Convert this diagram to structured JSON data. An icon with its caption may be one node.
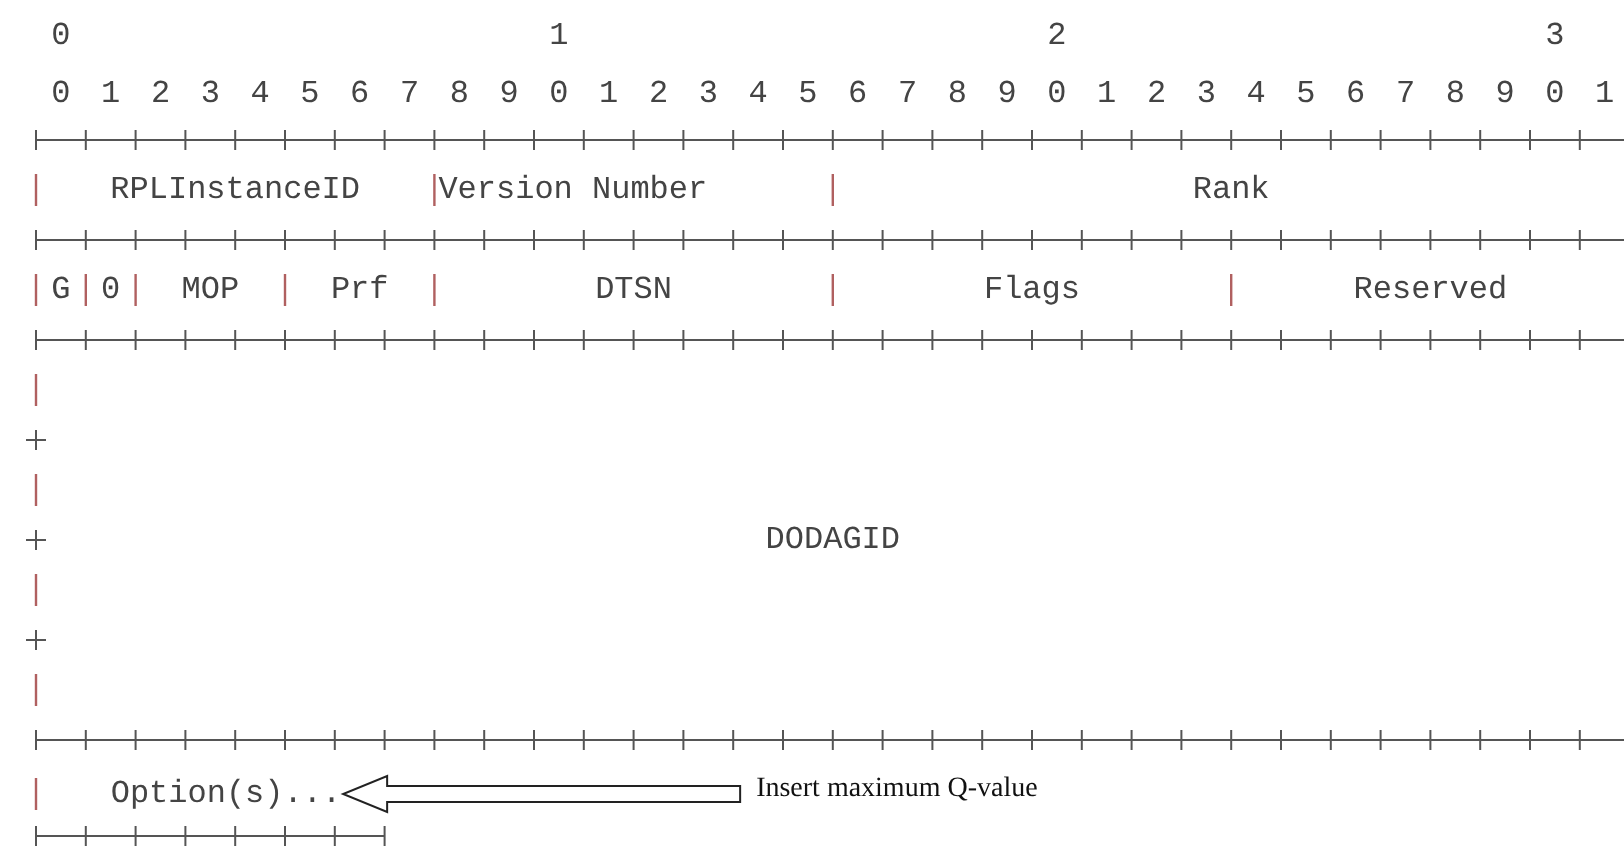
{
  "diagram": {
    "nodes": [
      {
        "text": [
          "RPLInstanceID"
        ]
      },
      {
        "text": [
          "Version Number"
        ]
      },
      {
        "text": [
          "Rank"
        ]
      },
      {
        "text": [
          "G"
        ]
      },
      {
        "text": [
          "0"
        ]
      },
      {
        "text": [
          "MOP"
        ]
      },
      {
        "text": [
          "Prf"
        ]
      },
      {
        "text": [
          "DTSN"
        ]
      },
      {
        "text": [
          "Flags"
        ]
      },
      {
        "text": [
          "Reserved"
        ]
      },
      {
        "text": [
          "DODAGID"
        ]
      },
      {
        "text": [
          "Option(s)..."
        ]
      },
      {
        "text": [
          "Insert maximum Q-value"
        ]
      }
    ],
    "edges": [
      {
        "from": 12,
        "to": 11,
        "arrow": "to"
      }
    ],
    "labels": [
      "0",
      "1",
      "2",
      "3",
      "0",
      "1",
      "2",
      "3",
      "4",
      "5",
      "6",
      "7",
      "8",
      "9",
      "0",
      "1",
      "2",
      "3",
      "4",
      "5",
      "6",
      "7",
      "8",
      "9",
      "0",
      "1",
      "2",
      "3",
      "4",
      "5",
      "6",
      "7",
      "8",
      "9",
      "0",
      "1"
    ]
  }
}
